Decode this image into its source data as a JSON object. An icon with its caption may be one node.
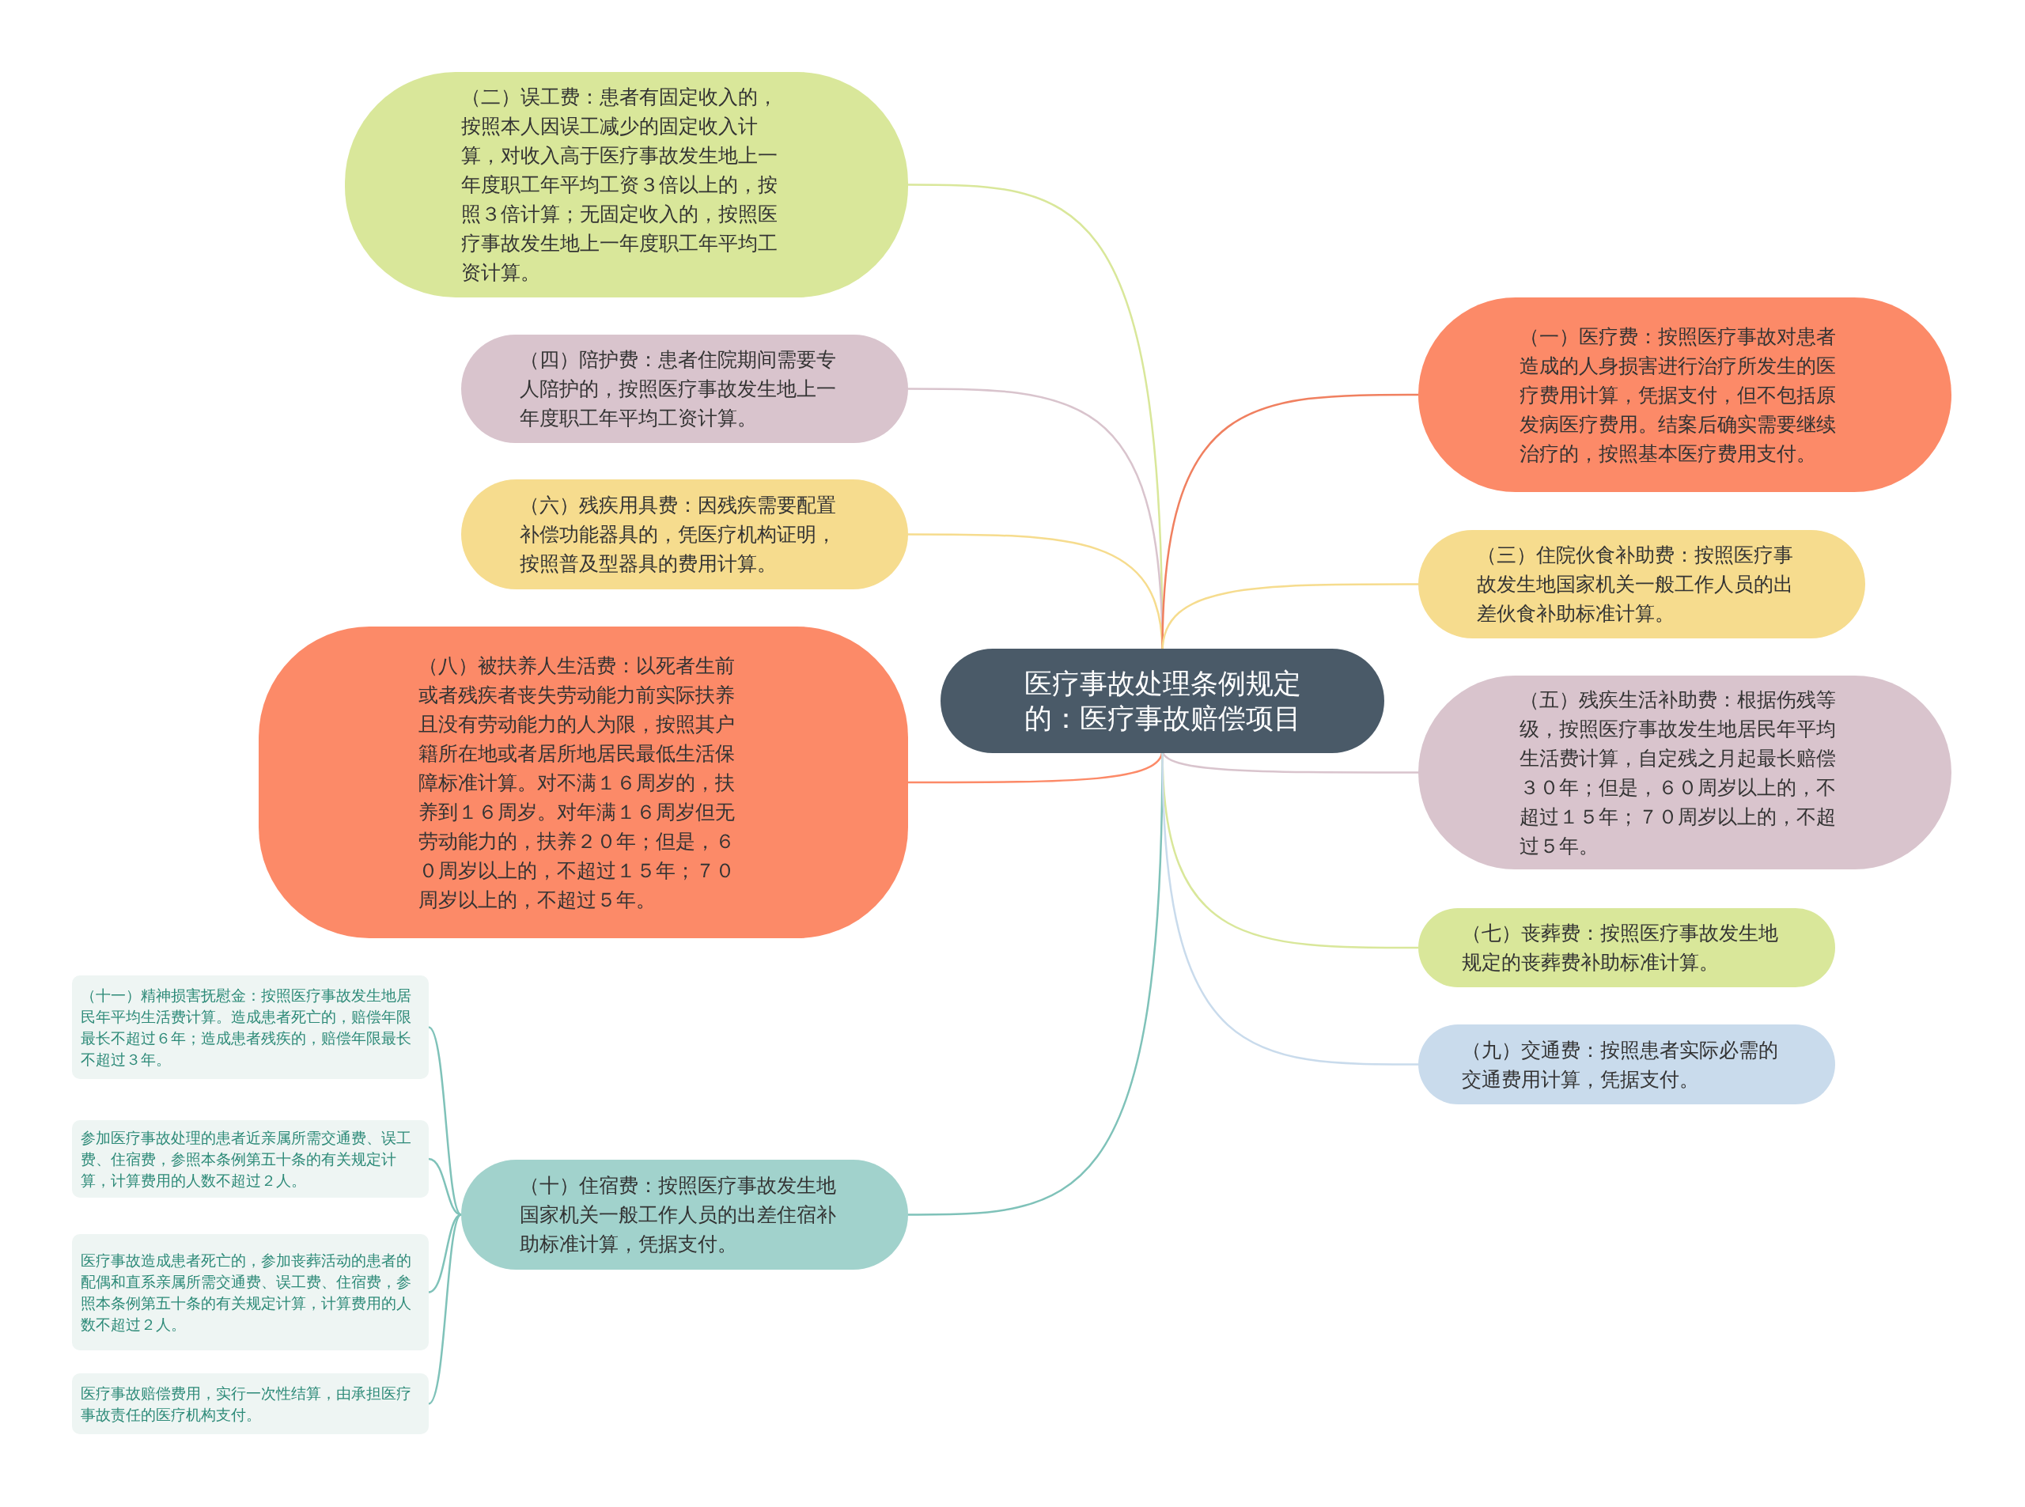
{
  "diagram": {
    "nodes": [
      {
        "text": [
          "医疗事故处理条例规定的：医疗事故赔偿项目"
        ]
      },
      {
        "text": [
          "（二）误工费：患者有固定收入的，按照本人因误工减少的固定收入计算，对收入高于医疗事故发生地上一年度职工年平均工资３倍以上的，按照３倍计算；无固定收入的，按照医疗事故发生地上一年度职工年平均工资计算。"
        ]
      },
      {
        "text": [
          "（四）陪护费：患者住院期间需要专人陪护的，按照医疗事故发生地上一年度职工年平均工资计算。"
        ]
      },
      {
        "text": [
          "（六）残疾用具费：因残疾需要配置补偿功能器具的，凭医疗机构证明，按照普及型器具的费用计算。"
        ]
      },
      {
        "text": [
          "（八）被扶养人生活费：以死者生前或者残疾者丧失劳动能力前实际扶养且没有劳动能力的人为限，按照其户籍所在地或者居所地居民最低生活保障标准计算。对不满１６周岁的，扶养到１６周岁。对年满１６周岁但无劳动能力的，扶养２０年；但是，６０周岁以上的，不超过１５年；７０周岁以上的，不超过５年。"
        ]
      },
      {
        "text": [
          "（十）住宿费：按照医疗事故发生地国家机关一般工作人员的出差住宿补助标准计算，凭据支付。"
        ]
      },
      {
        "text": [
          "（一）医疗费：按照医疗事故对患者造成的人身损害进行治疗所发生的医疗费用计算，凭据支付，但不包括原发病医疗费用。结案后确实需要继续治疗的，按照基本医疗费用支付。"
        ]
      },
      {
        "text": [
          "（三）住院伙食补助费：按照医疗事故发生地国家机关一般工作人员的出差伙食补助标准计算。"
        ]
      },
      {
        "text": [
          "（五）残疾生活补助费：根据伤残等级，按照医疗事故发生地居民年平均生活费计算，自定残之月起最长赔偿３０年；但是，６０周岁以上的，不超过１５年；７０周岁以上的，不超过５年。"
        ]
      },
      {
        "text": [
          "（七）丧葬费：按照医疗事故发生地规定的丧葬费补助标准计算。"
        ]
      },
      {
        "text": [
          "（九）交通费：按照患者实际必需的交通费用计算，凭据支付。"
        ]
      },
      {
        "text": [
          "（十一）精神损害抚慰金：按照医疗事故发生地居民年平均生活费计算。造成患者死亡的，赔偿年限最长不超过６年；造成患者残疾的，赔偿年限最长不超过３年。"
        ]
      },
      {
        "text": [
          "参加医疗事故处理的患者近亲属所需交通费、误工费、住宿费，参照本条例第五十条的有关规定计算，计算费用的人数不超过２人。"
        ]
      },
      {
        "text": [
          "医疗事故造成患者死亡的，参加丧葬活动的患者的配偶和直系亲属所需交通费、误工费、住宿费，参照本条例第五十条的有关规定计算，计算费用的人数不超过２人。"
        ]
      },
      {
        "text": [
          "医疗事故赔偿费用，实行一次性结算，由承担医疗事故责任的医疗机构支付。"
        ]
      }
    ],
    "edges": [
      {
        "from": 0,
        "to": 1,
        "arrow": "none",
        "color": "#d9e79a"
      },
      {
        "from": 0,
        "to": 2,
        "arrow": "none",
        "color": "#d9c4cd"
      },
      {
        "from": 0,
        "to": 3,
        "arrow": "none",
        "color": "#f6dc8e"
      },
      {
        "from": 0,
        "to": 4,
        "arrow": "none",
        "color": "#fc8a68"
      },
      {
        "from": 0,
        "to": 5,
        "arrow": "none",
        "color": "#7fc2b9"
      },
      {
        "from": 0,
        "to": 6,
        "arrow": "none",
        "color": "#f08060"
      },
      {
        "from": 0,
        "to": 7,
        "arrow": "none",
        "color": "#f6dc8e"
      },
      {
        "from": 0,
        "to": 8,
        "arrow": "none",
        "color": "#d9c4cd"
      },
      {
        "from": 0,
        "to": 9,
        "arrow": "none",
        "color": "#d9e79a"
      },
      {
        "from": 0,
        "to": 10,
        "arrow": "none",
        "color": "#c9dbec"
      },
      {
        "from": 5,
        "to": 11,
        "arrow": "none",
        "color": "#7fc2b9"
      },
      {
        "from": 5,
        "to": 12,
        "arrow": "none",
        "color": "#7fc2b9"
      },
      {
        "from": 5,
        "to": 13,
        "arrow": "none",
        "color": "#7fc2b9"
      },
      {
        "from": 5,
        "to": 14,
        "arrow": "none",
        "color": "#7fc2b9"
      }
    ]
  }
}
